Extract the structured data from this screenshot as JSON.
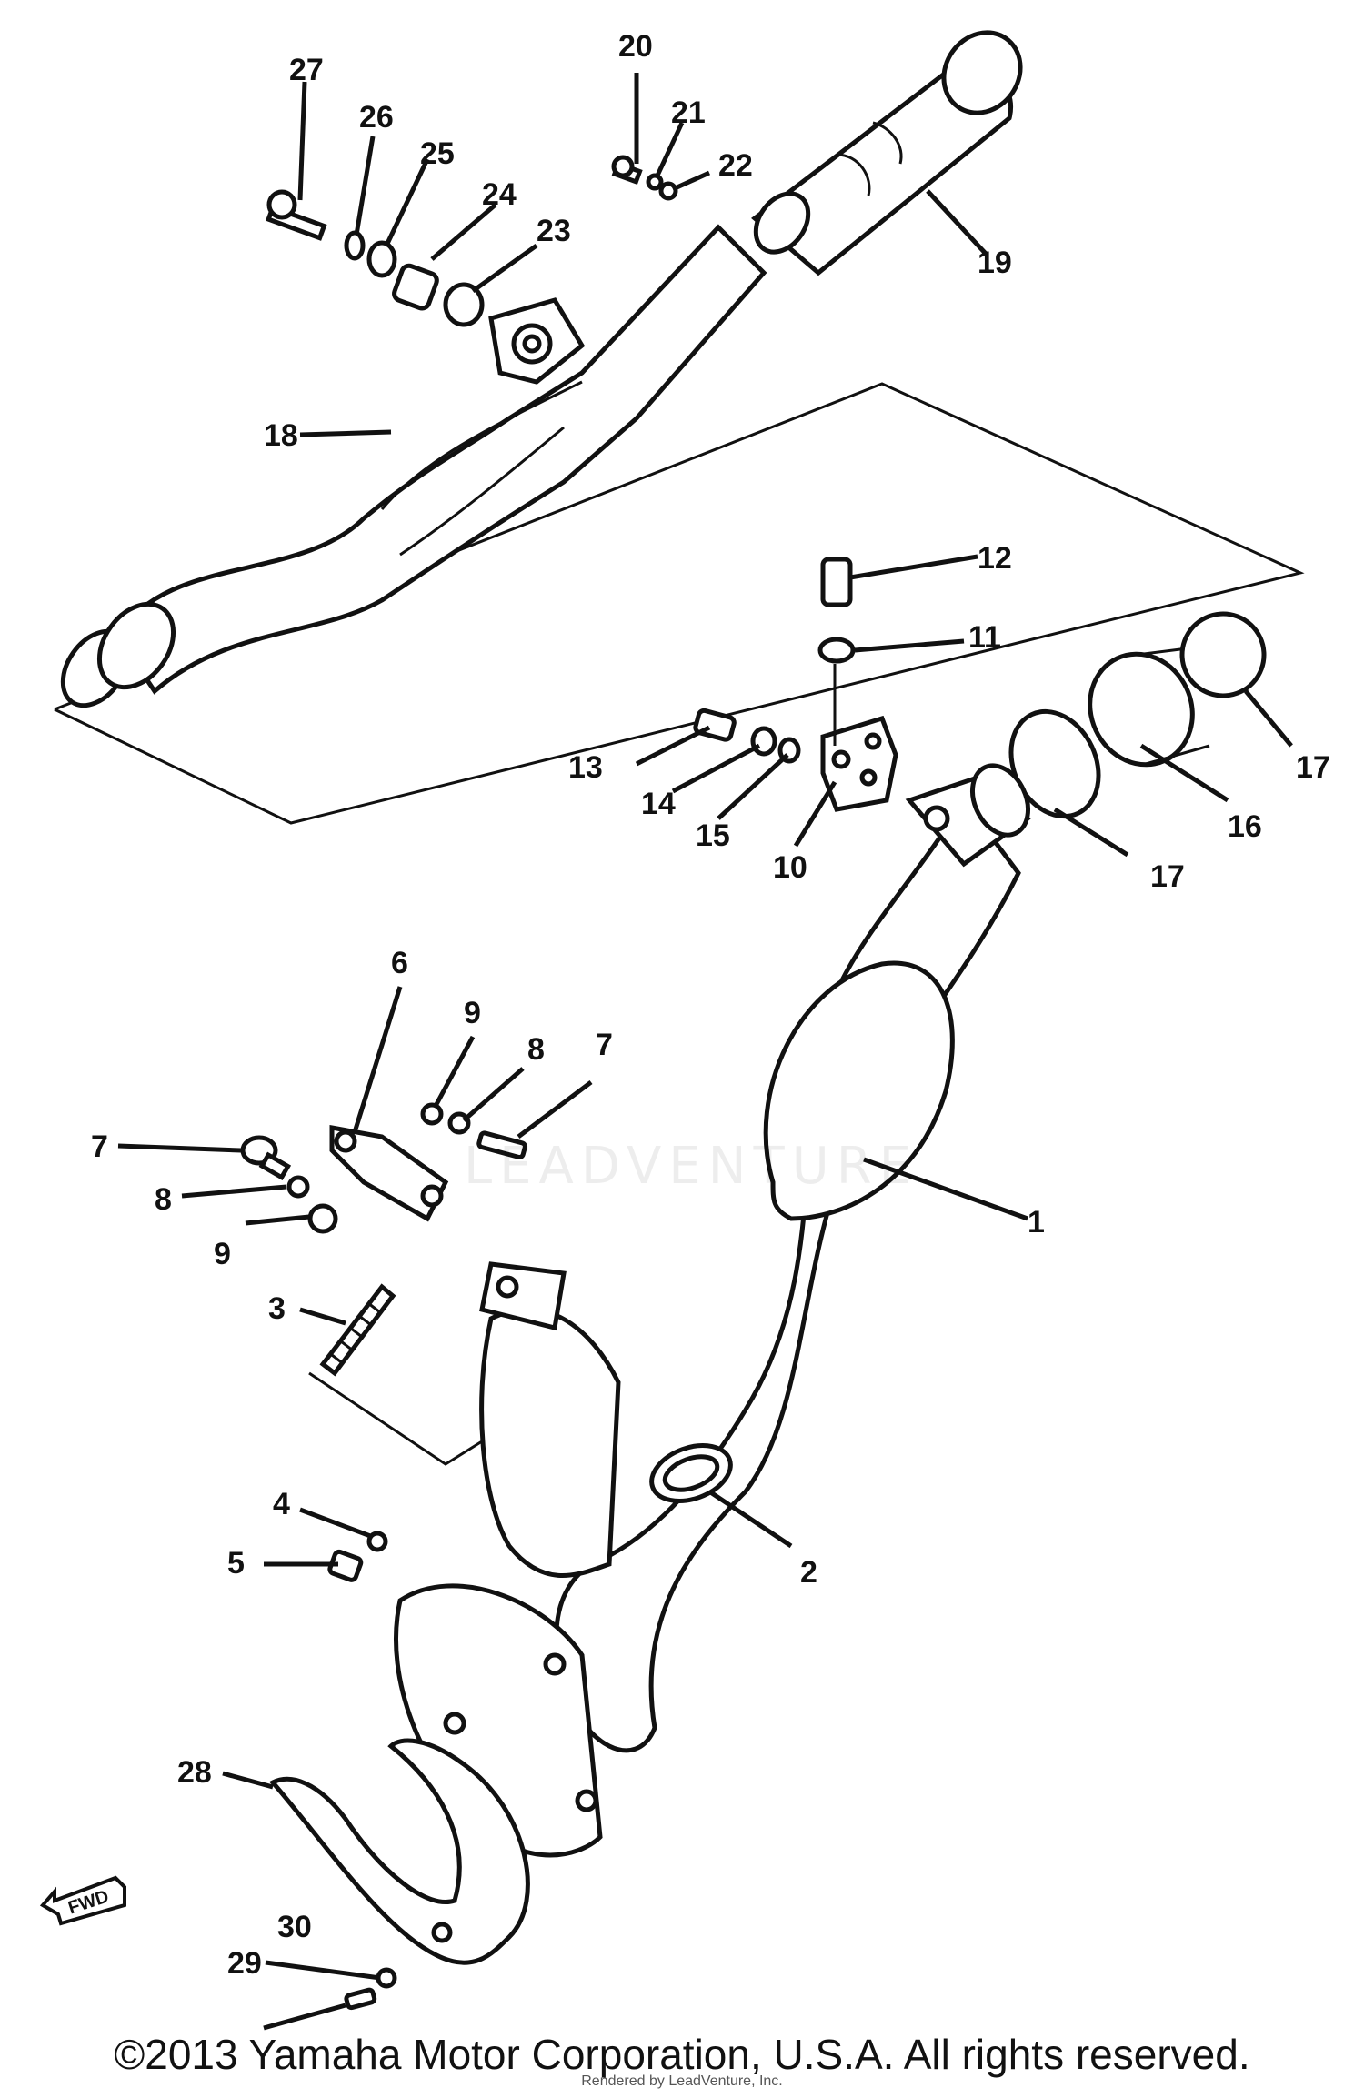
{
  "diagram": {
    "callouts": [
      "1",
      "2",
      "3",
      "4",
      "5",
      "6",
      "7",
      "7",
      "8",
      "8",
      "9",
      "9",
      "10",
      "11",
      "12",
      "13",
      "14",
      "15",
      "16",
      "17",
      "17",
      "18",
      "19",
      "20",
      "21",
      "22",
      "23",
      "24",
      "25",
      "26",
      "27",
      "28",
      "29",
      "30"
    ],
    "fwd_label": "FWD",
    "watermark": "LEADVENTURE"
  },
  "footer": {
    "copyright": "©2013 Yamaha Motor Corporation, U.S.A. All rights reserved.",
    "rendered_by": "Rendered by LeadVenture, Inc."
  }
}
